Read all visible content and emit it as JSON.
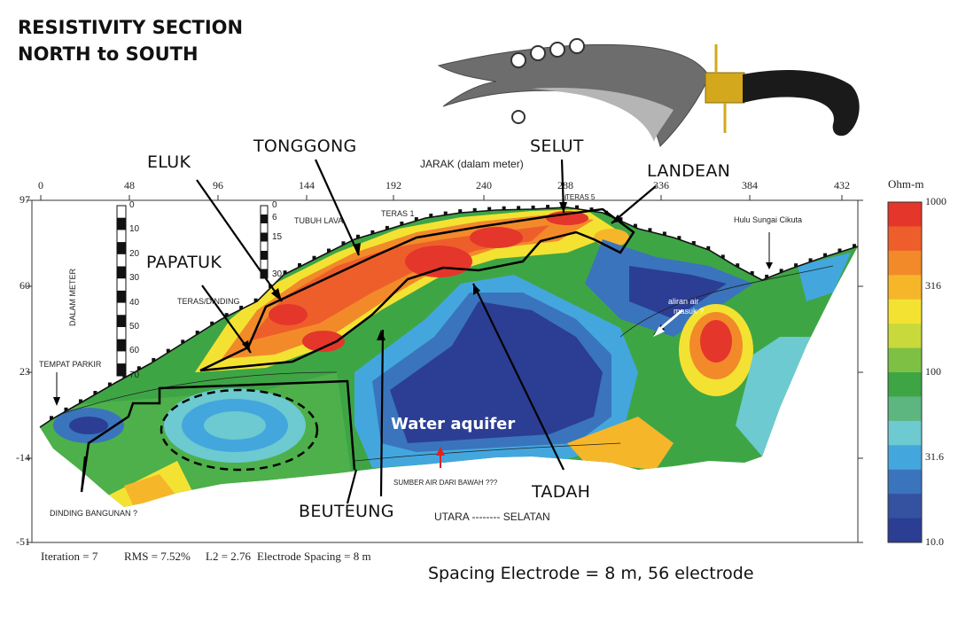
{
  "title": {
    "line1": "RESISTIVITY SECTION",
    "line2": "NORTH to SOUTH"
  },
  "x_axis": {
    "title": "JARAK (dalam meter)",
    "ticks": [
      "0",
      "48",
      "96",
      "144",
      "192",
      "240",
      "288",
      "336",
      "384",
      "432"
    ]
  },
  "y_axis": {
    "ticks": [
      "97",
      "60",
      "23",
      "-14",
      "-51"
    ]
  },
  "labels": {
    "eluk": "ELUK",
    "tonggong": "TONGGONG",
    "selut": "SELUT",
    "landean": "LANDEAN",
    "papatuk": "PAPATUK",
    "beuteung": "BEUTEUNG",
    "tadah": "TADAH",
    "water_aquifer": "Water aquifer"
  },
  "annotations": {
    "tubuh_lava": "TUBUH LAVA",
    "teras1": "TERAS 1",
    "teras5": "TERAS 5",
    "hulu": "Hulu Sungai Cikuta",
    "teras_dinding": "TERAS/DINDING",
    "tempat_parkir": "TEMPAT PARKIR",
    "dinding_bangunan": "DINDING BANGUNAN ?",
    "sumber_air": "SUMBER AIR DARI BAWAH ???",
    "utara_selatan": "UTARA -------- SELATAN",
    "aliran_air": [
      "aliran air",
      "masuk ?"
    ],
    "dalam_meter": "DALAM METER"
  },
  "depth_scale_1": [
    "0",
    "10",
    "20",
    "30",
    "40",
    "50",
    "60",
    "70"
  ],
  "depth_scale_2": [
    "0",
    "6",
    "15",
    "30"
  ],
  "legend": {
    "unit": "Ohm-m",
    "ticks": [
      "1000",
      "316",
      "100",
      "31.6",
      "10.0"
    ],
    "colors": [
      "#e4362a",
      "#ee5e2a",
      "#f28a2a",
      "#f6b62a",
      "#f4e233",
      "#c8d93b",
      "#7ec044",
      "#3ea545",
      "#5db57f",
      "#6ccad0",
      "#43a7de",
      "#3a74bc",
      "#3552a0",
      "#2b3e93"
    ]
  },
  "footer": {
    "iteration": "Iteration = 7",
    "rms": "RMS = 7.52%",
    "l2": "L2 = 2.76",
    "spacing": "Electrode Spacing = 8 m"
  },
  "caption": "Spacing Electrode = 8 m, 56 electrode"
}
